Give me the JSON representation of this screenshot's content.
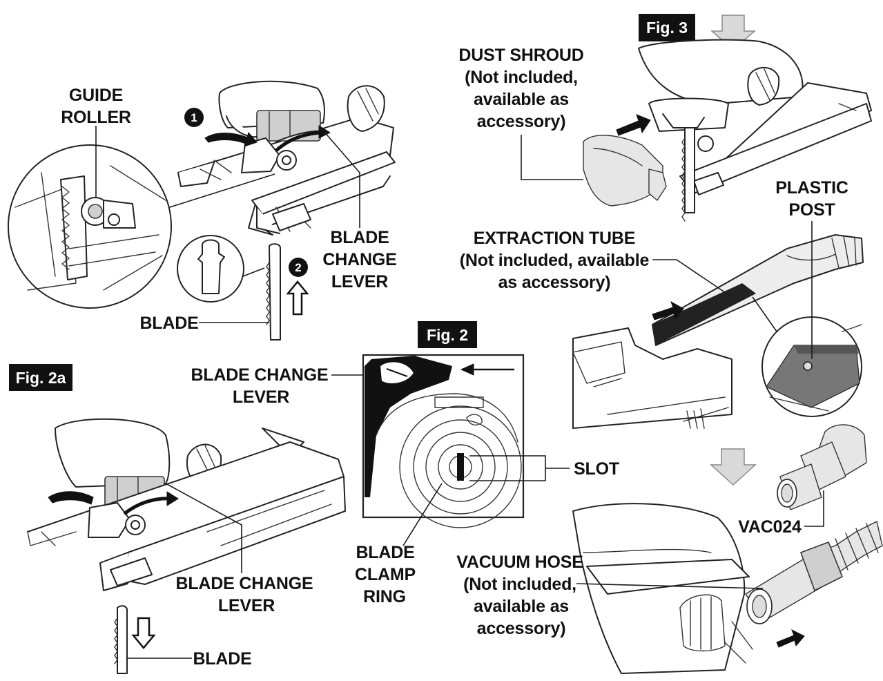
{
  "figures": {
    "fig2": "Fig. 2",
    "fig2a": "Fig. 2a",
    "fig3": "Fig. 3"
  },
  "labels": {
    "guide_roller": [
      "GUIDE",
      "ROLLER"
    ],
    "blade_change_lever_top": [
      "BLADE",
      "CHANGE",
      "LEVER"
    ],
    "blade_top": "BLADE",
    "blade_change_lever_mid": [
      "BLADE CHANGE",
      "LEVER"
    ],
    "blade_change_lever_bottom": [
      "BLADE CHANGE",
      "LEVER"
    ],
    "blade_bottom": "BLADE",
    "slot": "SLOT",
    "blade_clamp_ring": [
      "BLADE",
      "CLAMP",
      "RING"
    ],
    "dust_shroud": [
      "DUST SHROUD",
      "(Not included,",
      "available as",
      "accessory)"
    ],
    "plastic_post": [
      "PLASTIC",
      "POST"
    ],
    "extraction_tube": [
      "EXTRACTION TUBE",
      "(Not included, available",
      "as accessory)"
    ],
    "vac024": "VAC024",
    "vacuum_hose": [
      "VACUUM HOSE",
      "(Not included,",
      "available as",
      "accessory)"
    ]
  },
  "steps": {
    "step1": "1",
    "step2": "2"
  },
  "colors": {
    "ink": "#111111",
    "metal": "#cfcfcf",
    "tag_bg": "#111111",
    "down_arrow": "#d9d9d9"
  },
  "icons": {
    "step_marker": "numbered-circle",
    "direction": "arrow-icon",
    "large_direction": "down-arrow-icon"
  }
}
